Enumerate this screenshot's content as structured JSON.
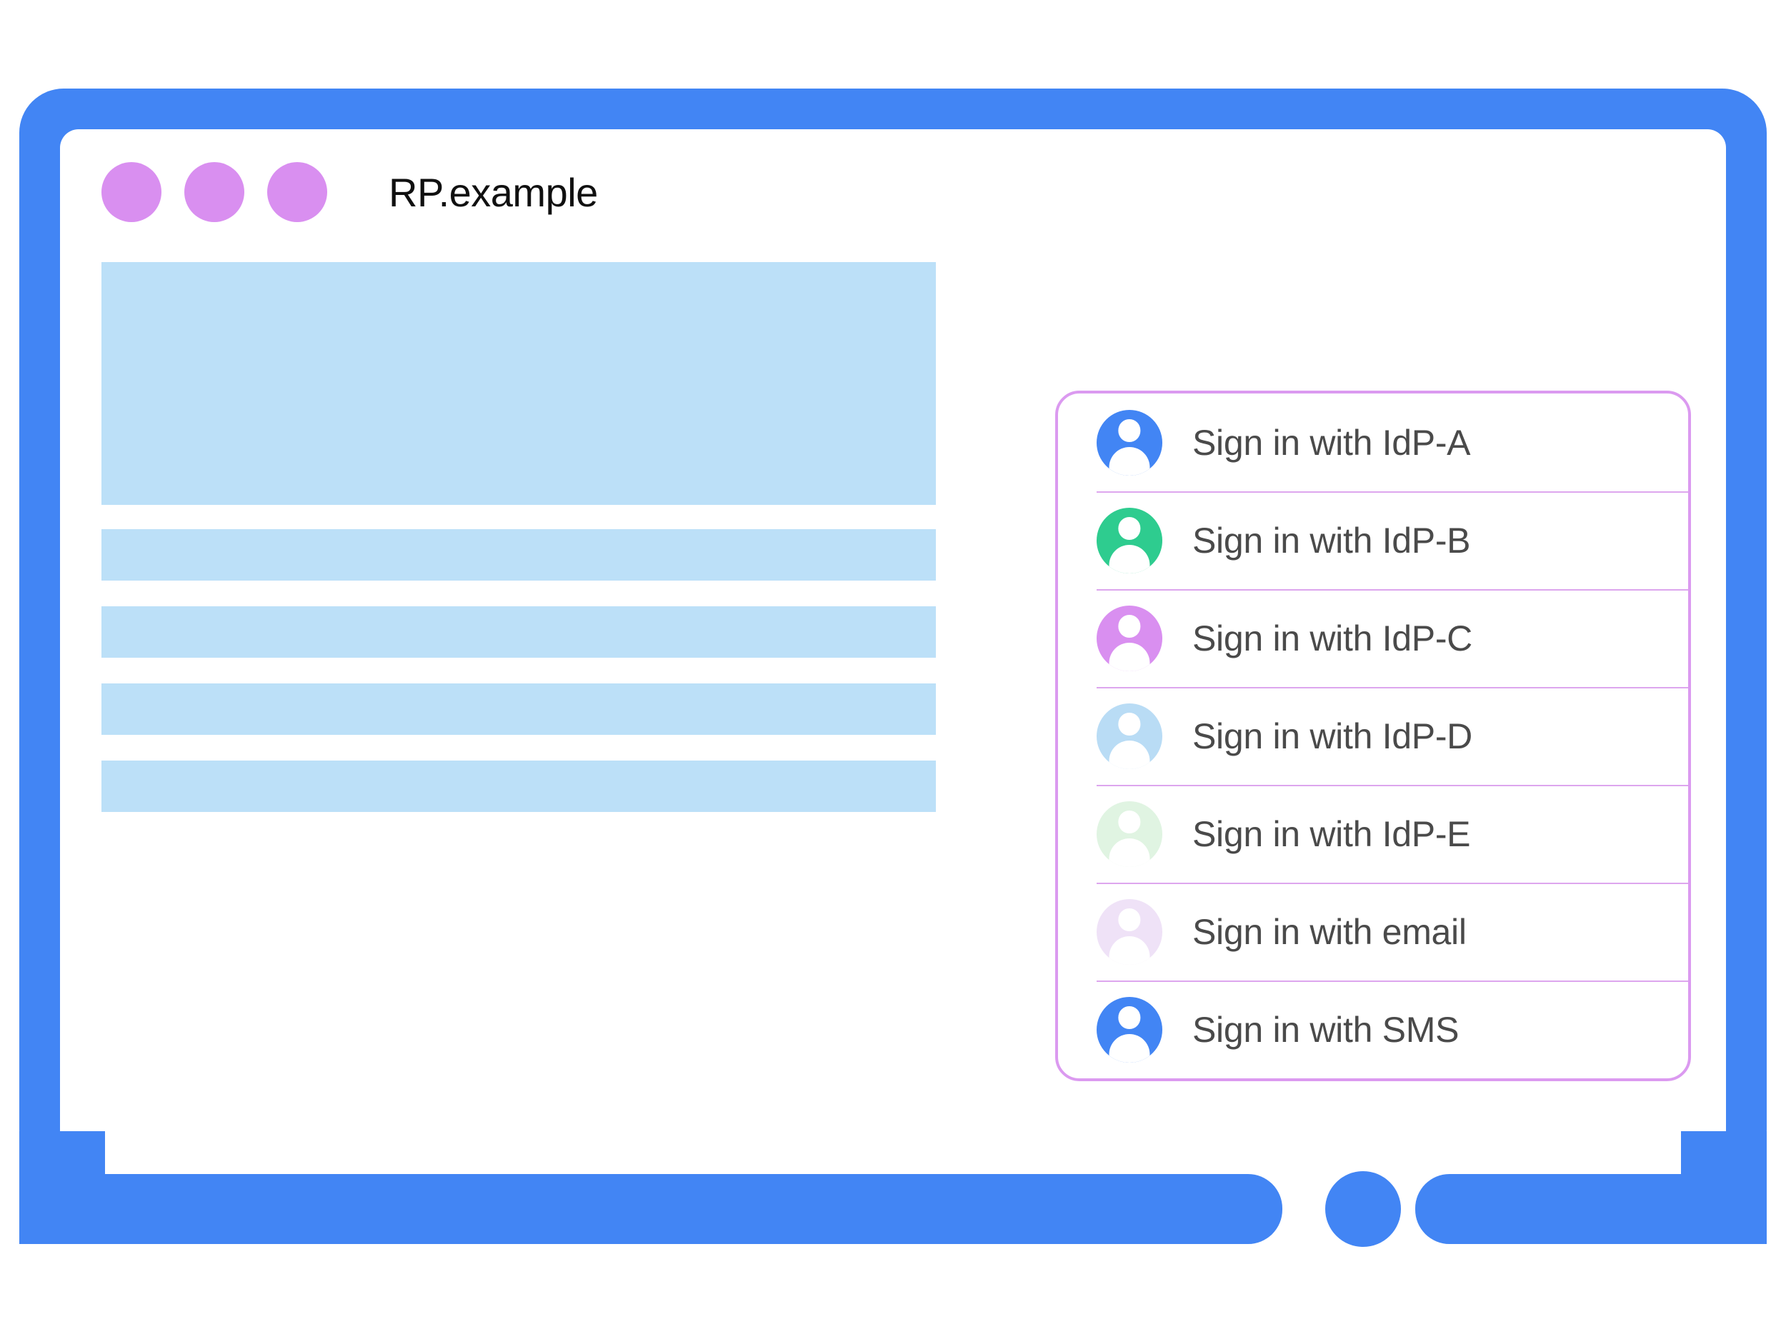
{
  "browser": {
    "site_title": "RP.example",
    "window_dots": [
      "window-dot-1",
      "window-dot-2",
      "window-dot-3"
    ],
    "home_button": "home-button",
    "frame_color": "#4285F4",
    "dot_color": "#D98FF0"
  },
  "page_content": {
    "placeholder_color": "#BCE0F8",
    "blocks": [
      {
        "name": "hero-placeholder",
        "kind": "hero"
      },
      {
        "name": "text-placeholder-1",
        "kind": "bar"
      },
      {
        "name": "text-placeholder-2",
        "kind": "bar"
      },
      {
        "name": "text-placeholder-3",
        "kind": "bar"
      },
      {
        "name": "text-placeholder-4",
        "kind": "bar"
      }
    ]
  },
  "account_chooser": {
    "border_color": "#DB9AF0",
    "separator_color": "#DDA6EE",
    "label_color": "#4A4A4A",
    "items": [
      {
        "label": "Sign in with IdP-A",
        "avatar_color": "#4285F4",
        "icon": "person-avatar-icon"
      },
      {
        "label": "Sign in with IdP-B",
        "avatar_color": "#2ECC8F",
        "icon": "person-avatar-icon"
      },
      {
        "label": "Sign in with IdP-C",
        "avatar_color": "#D98FF0",
        "icon": "person-avatar-icon"
      },
      {
        "label": "Sign in with IdP-D",
        "avatar_color": "#B9DCF5",
        "icon": "person-avatar-icon"
      },
      {
        "label": "Sign in with IdP-E",
        "avatar_color": "#E0F4E2",
        "icon": "person-avatar-icon"
      },
      {
        "label": "Sign in with email",
        "avatar_color": "#EFE2F7",
        "icon": "person-avatar-icon"
      },
      {
        "label": "Sign in with SMS",
        "avatar_color": "#4285F4",
        "icon": "person-avatar-icon"
      }
    ]
  }
}
